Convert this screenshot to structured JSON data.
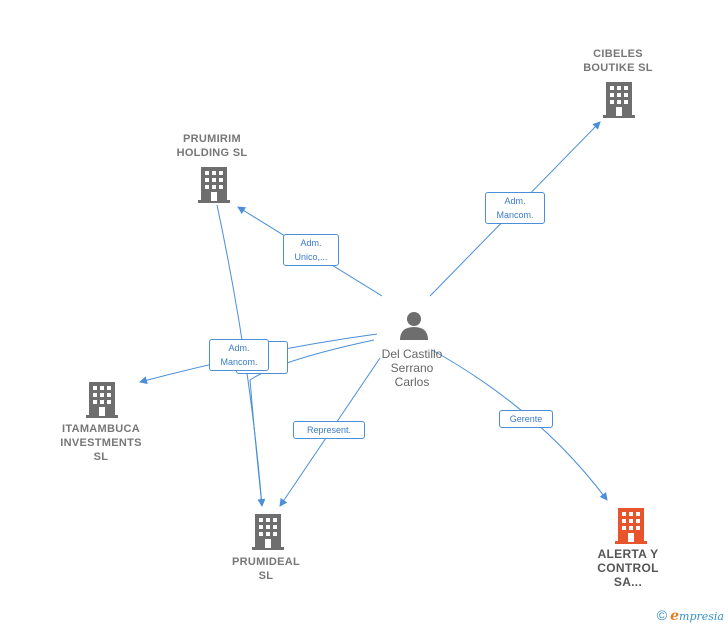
{
  "nodes": {
    "cibeles": {
      "label": "CIBELES\nBOUTIKE  SL",
      "icon": "building-icon",
      "color": "#6e6e6e"
    },
    "prumirim": {
      "label": "PRUMIRIM\nHOLDING  SL",
      "icon": "building-icon",
      "color": "#6e6e6e"
    },
    "itambuca": {
      "label": "ITAMAMBUCA\nINVESTMENTS\nSL",
      "icon": "building-icon",
      "color": "#6e6e6e"
    },
    "prumideal": {
      "label": "PRUMIDEAL\nSL",
      "icon": "building-icon",
      "color": "#6e6e6e"
    },
    "alerta": {
      "label": "ALERTA Y\nCONTROL\nSA...",
      "icon": "building-icon",
      "color": "#e8542c"
    },
    "person": {
      "label": "Del Castillo\nSerrano\nCarlos",
      "icon": "person-icon",
      "color": "#6e6e6e"
    }
  },
  "edges": {
    "to_cibeles": "Adm.\nMancom.",
    "to_prumirim": "Adm.\nUnico,...",
    "to_itambuca_back": "...",
    "to_itambuca": "Adm.\nMancom.",
    "to_prumideal": "Represent.",
    "to_alerta": "Gerente"
  },
  "colors": {
    "edge": "#4a8fd8"
  },
  "footer": {
    "copyright": "©",
    "brand_e": "e",
    "brand_rest": "mpresia"
  }
}
